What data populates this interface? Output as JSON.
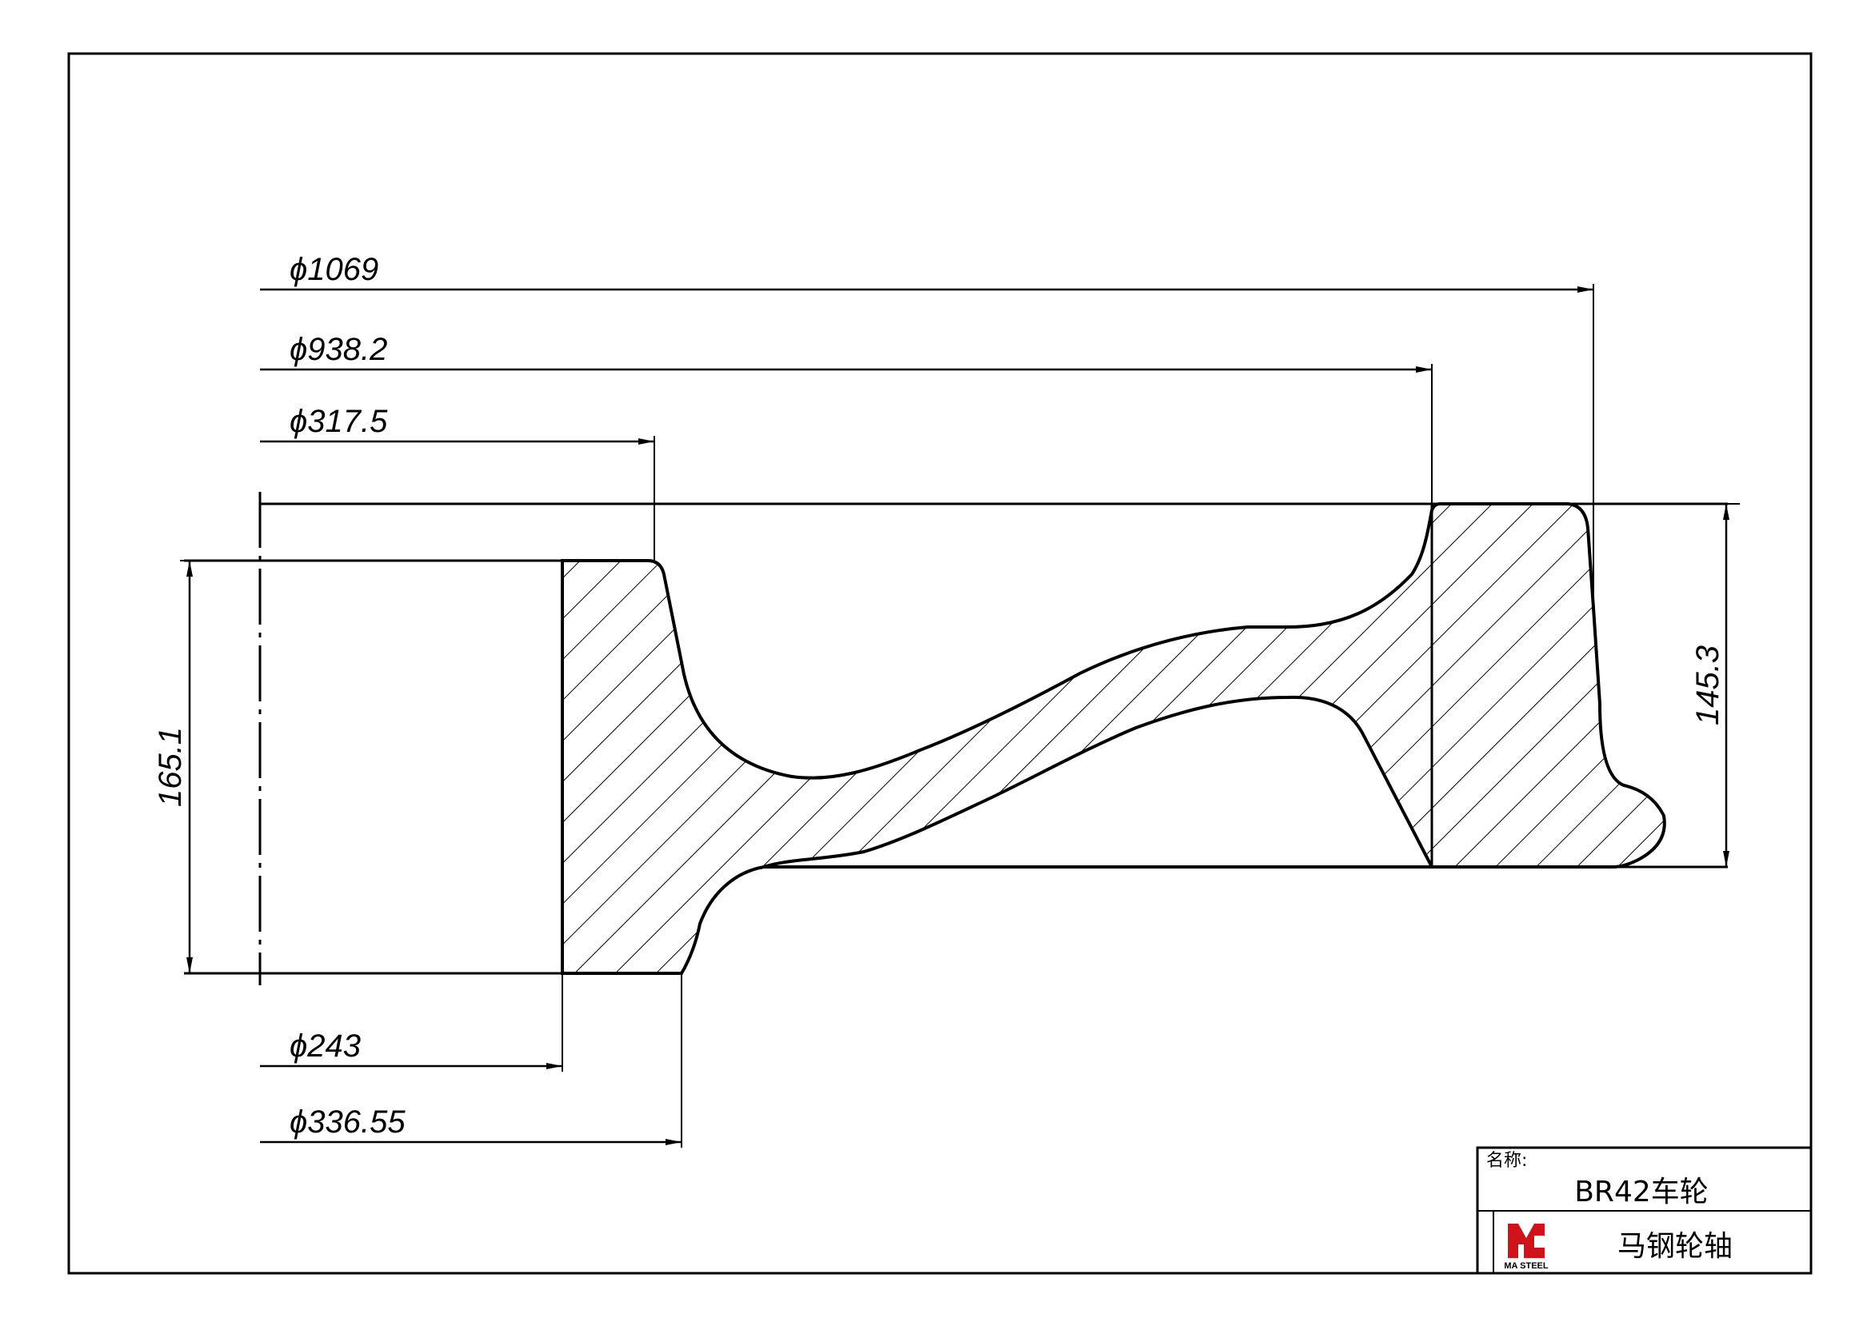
{
  "colors": {
    "line": "#000000",
    "background": "#ffffff",
    "logo_red": "#d0121b"
  },
  "dimensions": {
    "dia_1069": "ϕ1069",
    "dia_938": "ϕ938.2",
    "dia_317": "ϕ317.5",
    "dia_243": "ϕ243",
    "dia_336": "ϕ336.55",
    "hub_length": "165.1",
    "rim_width": "145.3"
  },
  "title_block": {
    "name_label": "名称:",
    "part_name": "BR42车轮",
    "company": "马钢轮轴",
    "logo_text": "MA STEEL"
  }
}
